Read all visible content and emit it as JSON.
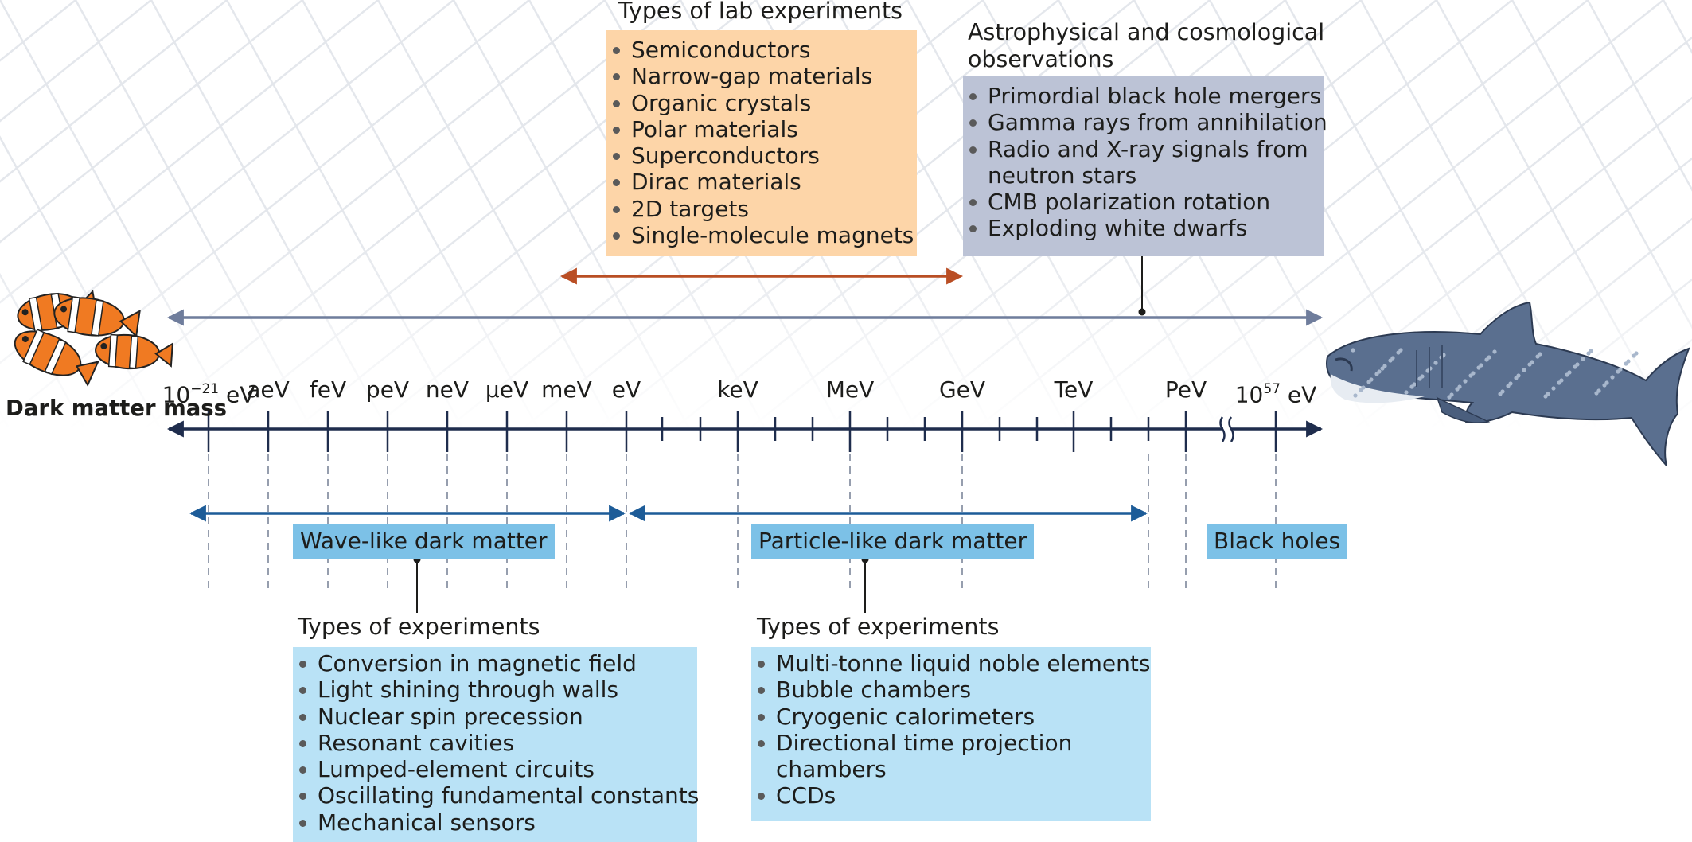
{
  "colors": {
    "orange_box": "#fdd5a8",
    "gray_box": "#bcc3d6",
    "blue_box": "#b9e2f6",
    "band": "#7cc1e7",
    "axis": "#1f2d4d",
    "lab_arrow": "#b94e24",
    "astro_arrow": "#6f7d9c",
    "blue_arrow": "#1d5c98"
  },
  "axis_title": "Dark matter mass",
  "axis_labels": [
    {
      "id": "yocto",
      "base": "10",
      "sup": "−21",
      "unit": " eV"
    },
    {
      "id": "atto",
      "text": "aeV"
    },
    {
      "id": "femto",
      "text": "feV"
    },
    {
      "id": "pico",
      "text": "peV"
    },
    {
      "id": "nano",
      "text": "neV"
    },
    {
      "id": "micro",
      "text": "µeV"
    },
    {
      "id": "milli",
      "text": "meV"
    },
    {
      "id": "ev",
      "text": "eV"
    },
    {
      "id": "kilo",
      "text": "keV"
    },
    {
      "id": "mega",
      "text": "MeV"
    },
    {
      "id": "giga",
      "text": "GeV"
    },
    {
      "id": "tera",
      "text": "TeV"
    },
    {
      "id": "peta",
      "text": "PeV"
    },
    {
      "id": "solar",
      "base": "10",
      "sup": "57",
      "unit": " eV"
    }
  ],
  "lab": {
    "heading": "Types of lab experiments",
    "items": [
      "Semiconductors",
      "Narrow-gap materials",
      "Organic crystals",
      "Polar materials",
      "Superconductors",
      "Dirac materials",
      "2D targets",
      "Single-molecule magnets"
    ]
  },
  "astro": {
    "heading_line1": "Astrophysical and cosmological",
    "heading_line2": "observations",
    "items": [
      "Primordial black hole mergers",
      "Gamma rays from annihilation",
      "Radio and X-ray signals from",
      "neutron stars",
      "CMB polarization rotation",
      "Exploding white dwarfs"
    ]
  },
  "bands": {
    "wave": "Wave-like dark matter",
    "particle": "Particle-like dark matter",
    "black_holes": "Black holes"
  },
  "wave_experiments": {
    "heading": "Types of experiments",
    "items": [
      "Conversion in magnetic field",
      "Light shining through walls",
      "Nuclear spin precession",
      "Resonant cavities",
      "Lumped-element circuits",
      "Oscillating fundamental constants",
      "Mechanical sensors"
    ]
  },
  "particle_experiments": {
    "heading": "Types of experiments",
    "items": [
      "Multi-tonne liquid noble elements",
      "Bubble chambers",
      "Cryogenic calorimeters",
      "Directional time projection",
      "chambers",
      "CCDs"
    ]
  }
}
